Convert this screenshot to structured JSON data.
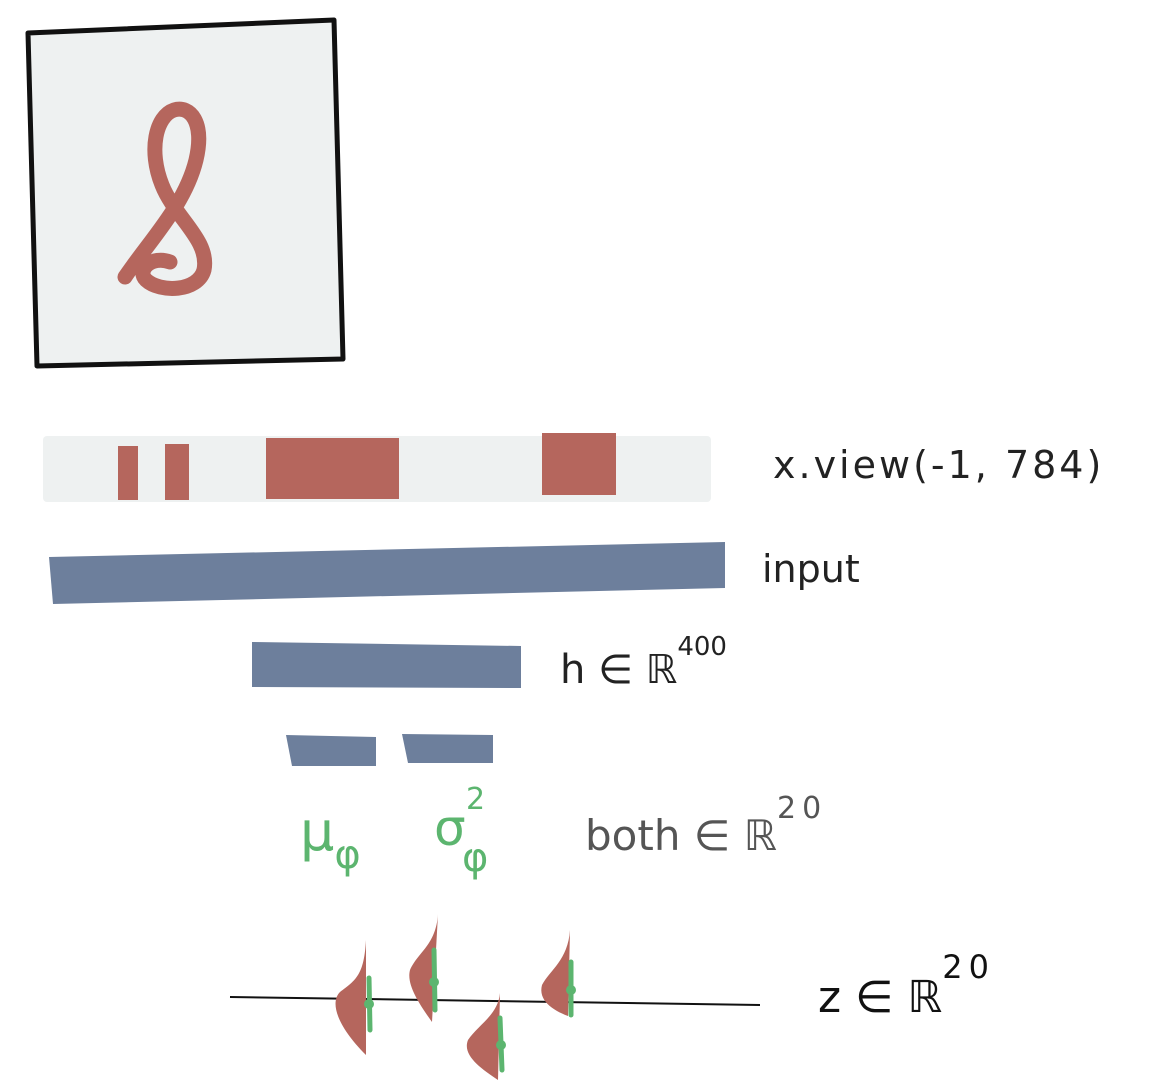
{
  "digit_panel": {
    "digit": "8",
    "colors": {
      "background": "#eef1f1",
      "border": "#111111",
      "ink": "#b5665d"
    }
  },
  "flattened_input": {
    "label": "x.view(-1, 784)",
    "colors": {
      "background": "#eef1f1",
      "ink": "#b5665d"
    }
  },
  "input_layer": {
    "label": "input",
    "color": "#6d7f9c"
  },
  "hidden_layer": {
    "label_main": "h ∈ ℝ",
    "label_exp": "400",
    "color": "#6d7f9c"
  },
  "latent_params": {
    "color": "#6d7f9c",
    "mu_symbol": "μ",
    "mu_subscript": "φ",
    "sigma_symbol": "σ",
    "sigma_superscript": "2",
    "sigma_subscript": "φ",
    "param_color": "#5cb56f",
    "both_label_main": "both  ∈ ℝ",
    "both_label_exp": "20"
  },
  "latent_z": {
    "label_main": "z ∈ ℝ",
    "label_exp": "20",
    "axis_color": "#111111",
    "density_color": "#b5665d",
    "marker_color": "#5cb56f",
    "distribution_count": 4
  }
}
